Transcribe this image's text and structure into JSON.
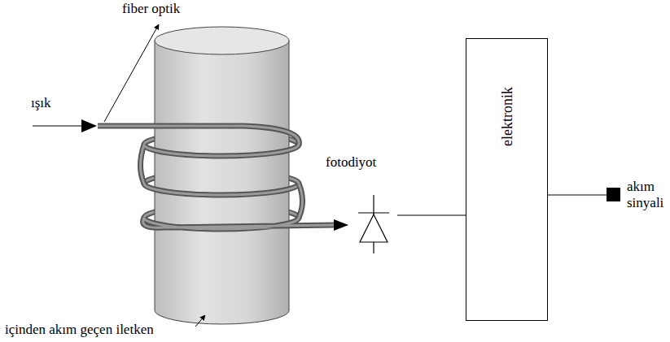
{
  "diagram": {
    "nodes": [
      {
        "text": [
          "elektronik"
        ]
      }
    ],
    "labels": [
      "fiber optik",
      "ışık",
      "fotodiyot",
      "akım sinyali",
      "içinden akım geçen iletken"
    ]
  }
}
